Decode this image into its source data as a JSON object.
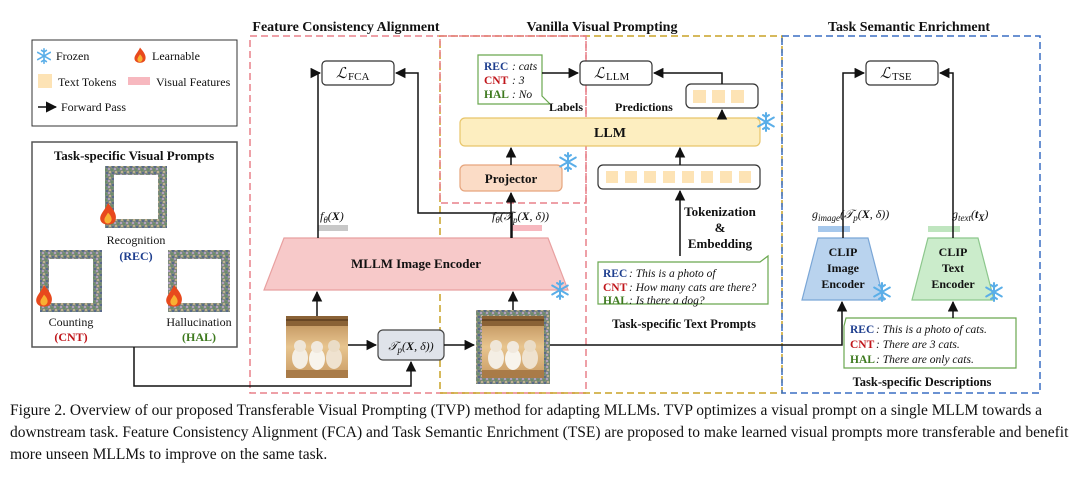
{
  "legend": {
    "frozen": "Frozen",
    "learnable": "Learnable",
    "text_tokens": "Text Tokens",
    "visual_features": "Visual Features",
    "forward_pass": "Forward Pass"
  },
  "left_panel": {
    "title": "Task-specific Visual Prompts",
    "recognition": "Recognition",
    "rec": "(REC)",
    "counting": "Counting",
    "cnt": "(CNT)",
    "hallucination": "Hallucination",
    "hal": "(HAL)"
  },
  "sections": {
    "fca": "Feature Consistency Alignment",
    "vvp": "Vanilla Visual Prompting",
    "tse": "Task Semantic Enrichment"
  },
  "losses": {
    "fca": "FCA",
    "llm": "LLM",
    "tse": "TSE"
  },
  "labels_box": {
    "rec_k": "REC",
    "rec_v": ": cats",
    "cnt_k": "CNT",
    "cnt_v": ": 3",
    "hal_k": "HAL",
    "hal_v": ": No"
  },
  "labels_title": "Labels",
  "predictions_title": "Predictions",
  "llm": "LLM",
  "projector": "Projector",
  "mllm_encoder": "MLLM Image Encoder",
  "tokenization": {
    "l1": "Tokenization",
    "l2": "&",
    "l3": "Embedding"
  },
  "text_prompts": {
    "rec_k": "REC",
    "rec_v": ": This is a photo of",
    "cnt_k": "CNT",
    "cnt_v": ": How many cats are there?",
    "hal_k": "HAL",
    "hal_v": ": Is there a dog?",
    "title": "Task-specific Text Prompts"
  },
  "clip_image": {
    "l1": "CLIP",
    "l2": "Image",
    "l3": "Encoder"
  },
  "clip_text": {
    "l1": "CLIP",
    "l2": "Text",
    "l3": "Encoder"
  },
  "descriptions": {
    "rec_k": "REC",
    "rec_v": ": This is a photo of cats.",
    "cnt_k": "CNT",
    "cnt_v": ": There are 3 cats.",
    "hal_k": "HAL",
    "hal_v": ": There are only cats.",
    "title": "Task-specific Descriptions"
  },
  "caption": "Figure 2. Overview of our proposed Transferable Visual Prompting (TVP) method for adapting MLLMs. TVP optimizes a visual prompt on a single MLLM towards a downstream task. Feature Consistency Alignment (FCA) and Task Semantic Enrichment (TSE) are proposed to make learned visual prompts more transferable and benefit more unseen MLLMs to improve on the same task.",
  "colors": {
    "rec": "#1f3f8f",
    "cnt": "#c0161b",
    "hal": "#3e7a1f",
    "fca_border": "#e8808a",
    "vvp_border": "#c9a227",
    "tse_border": "#3a6fc4",
    "llm_fill": "#fdeec0",
    "projector_fill": "#fbdcc6",
    "encoder_fill": "#f7c9c9",
    "clip_image_fill": "#b9d3ee",
    "clip_text_fill": "#cbeccb"
  }
}
